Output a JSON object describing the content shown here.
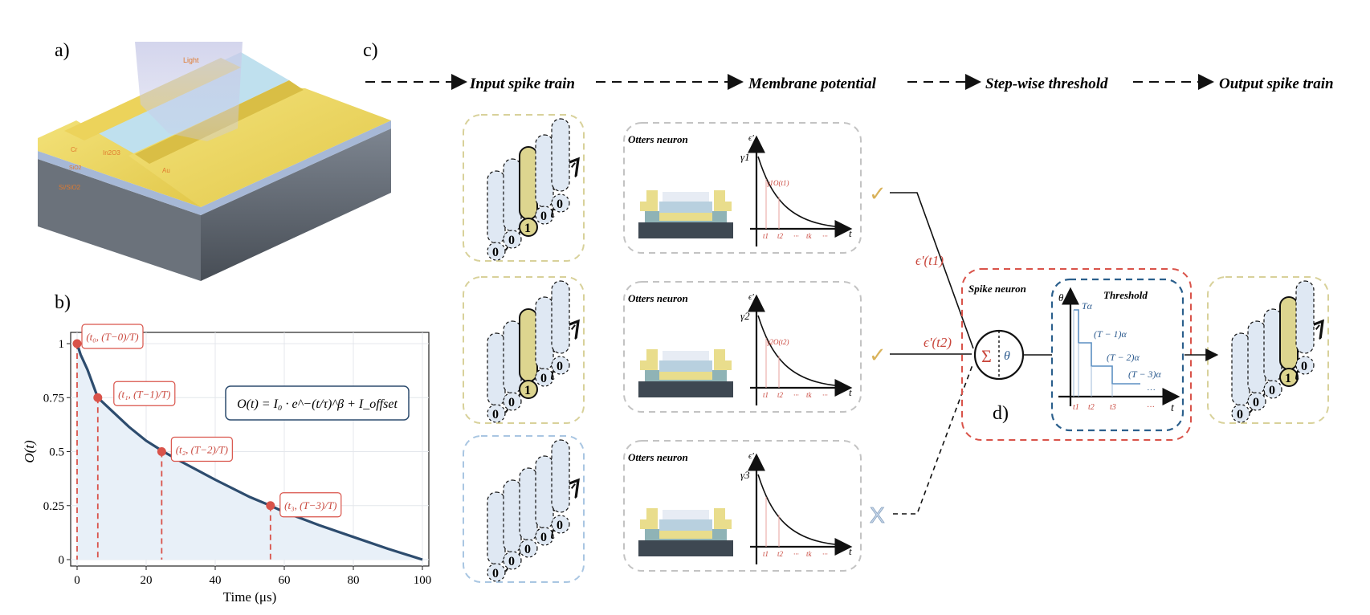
{
  "panel_labels": {
    "a": "a)",
    "b": "b)",
    "c": "c)",
    "d": "d)"
  },
  "device": {
    "light": "Light",
    "cr": "Cr",
    "in2o3": "In2O3",
    "au": "Au",
    "sio2": "SiO2",
    "si_sio2": "Si/SiO2"
  },
  "pipeline": {
    "input": "Input spike train",
    "membrane": "Membrane potential",
    "threshold": "Step-wise threshold",
    "output": "Output spike train"
  },
  "neurons": [
    {
      "title": "Otters neuron",
      "gamma": "γ1",
      "note": "γ1O(t1)",
      "ticks": [
        "t1",
        "t2",
        "···",
        "tk",
        "···"
      ]
    },
    {
      "title": "Otters neuron",
      "gamma": "γ2",
      "note": "γ2O(t2)",
      "ticks": [
        "t1",
        "t2",
        "···",
        "tk",
        "···"
      ]
    },
    {
      "title": "Otters neuron",
      "gamma": "γ3",
      "note": "",
      "ticks": [
        "t1",
        "t2",
        "···",
        "tk",
        "···"
      ]
    }
  ],
  "axis_symbols": {
    "eps": "ϵ'",
    "t": "t",
    "theta": "θ"
  },
  "connections": {
    "e1": "ϵ'(t1)",
    "e2": "ϵ'(t2)",
    "check": "✓",
    "cross": "X"
  },
  "spike_neuron": {
    "title": "Spike neuron",
    "sum": "Σ",
    "theta": "θ"
  },
  "threshold_panel": {
    "title": "Threshold",
    "levels": [
      "Tα",
      "(T − 1)α",
      "(T − 2)α",
      "(T − 3)α",
      "···"
    ],
    "ticks": [
      "t1",
      "t2",
      "t3",
      "···"
    ]
  },
  "spike_digits": {
    "one": "1",
    "zero": "0",
    "t": "t"
  },
  "chart_data": {
    "type": "line",
    "xlabel": "Time (μs)",
    "ylabel": "O(t)",
    "xlim": [
      0,
      100
    ],
    "ylim": [
      0,
      1
    ],
    "xticks": [
      0,
      20,
      40,
      60,
      80,
      100
    ],
    "yticks": [
      "0",
      "0.25",
      "0.5",
      "0.75",
      "1"
    ],
    "grid": true,
    "formula": "O(t) = I₀ · e^−(t/τ)^β + I_offset",
    "curve": [
      [
        0,
        1.0
      ],
      [
        1,
        0.95
      ],
      [
        3,
        0.88
      ],
      [
        6,
        0.75
      ],
      [
        10,
        0.69
      ],
      [
        15,
        0.615
      ],
      [
        20,
        0.55
      ],
      [
        25,
        0.5
      ],
      [
        30,
        0.455
      ],
      [
        40,
        0.37
      ],
      [
        50,
        0.29
      ],
      [
        56,
        0.25
      ],
      [
        60,
        0.22
      ],
      [
        70,
        0.16
      ],
      [
        80,
        0.105
      ],
      [
        90,
        0.05
      ],
      [
        100,
        0.0
      ]
    ],
    "markers": [
      {
        "x": 0,
        "y": 1.0,
        "label": "(t₀, (T−0)/T)"
      },
      {
        "x": 6,
        "y": 0.75,
        "label": "(t₁, (T−1)/T)"
      },
      {
        "x": 24.5,
        "y": 0.5,
        "label": "(t₂, (T−2)/T)"
      },
      {
        "x": 56,
        "y": 0.25,
        "label": "(t₃, (T−3)/T)"
      }
    ]
  }
}
